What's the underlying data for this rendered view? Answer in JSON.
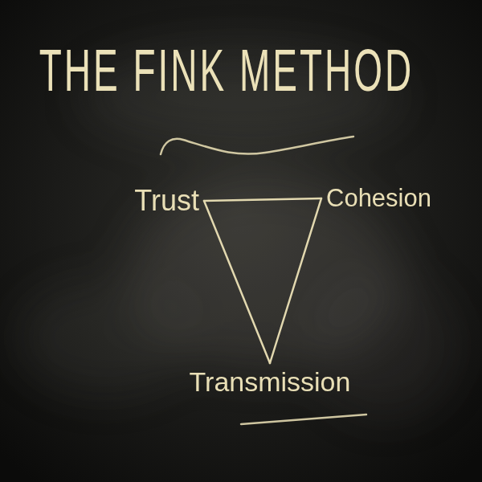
{
  "diagram": {
    "title": "THE FINK METHOD",
    "nodes": [
      {
        "text": [
          "Trust"
        ]
      },
      {
        "text": [
          "Cohesion"
        ]
      },
      {
        "text": [
          "Transmission"
        ]
      }
    ],
    "edges": [
      {
        "from": 0,
        "to": 1,
        "arrow": "none"
      },
      {
        "from": 1,
        "to": 2,
        "arrow": "none"
      },
      {
        "from": 2,
        "to": 0,
        "arrow": "none"
      }
    ]
  }
}
